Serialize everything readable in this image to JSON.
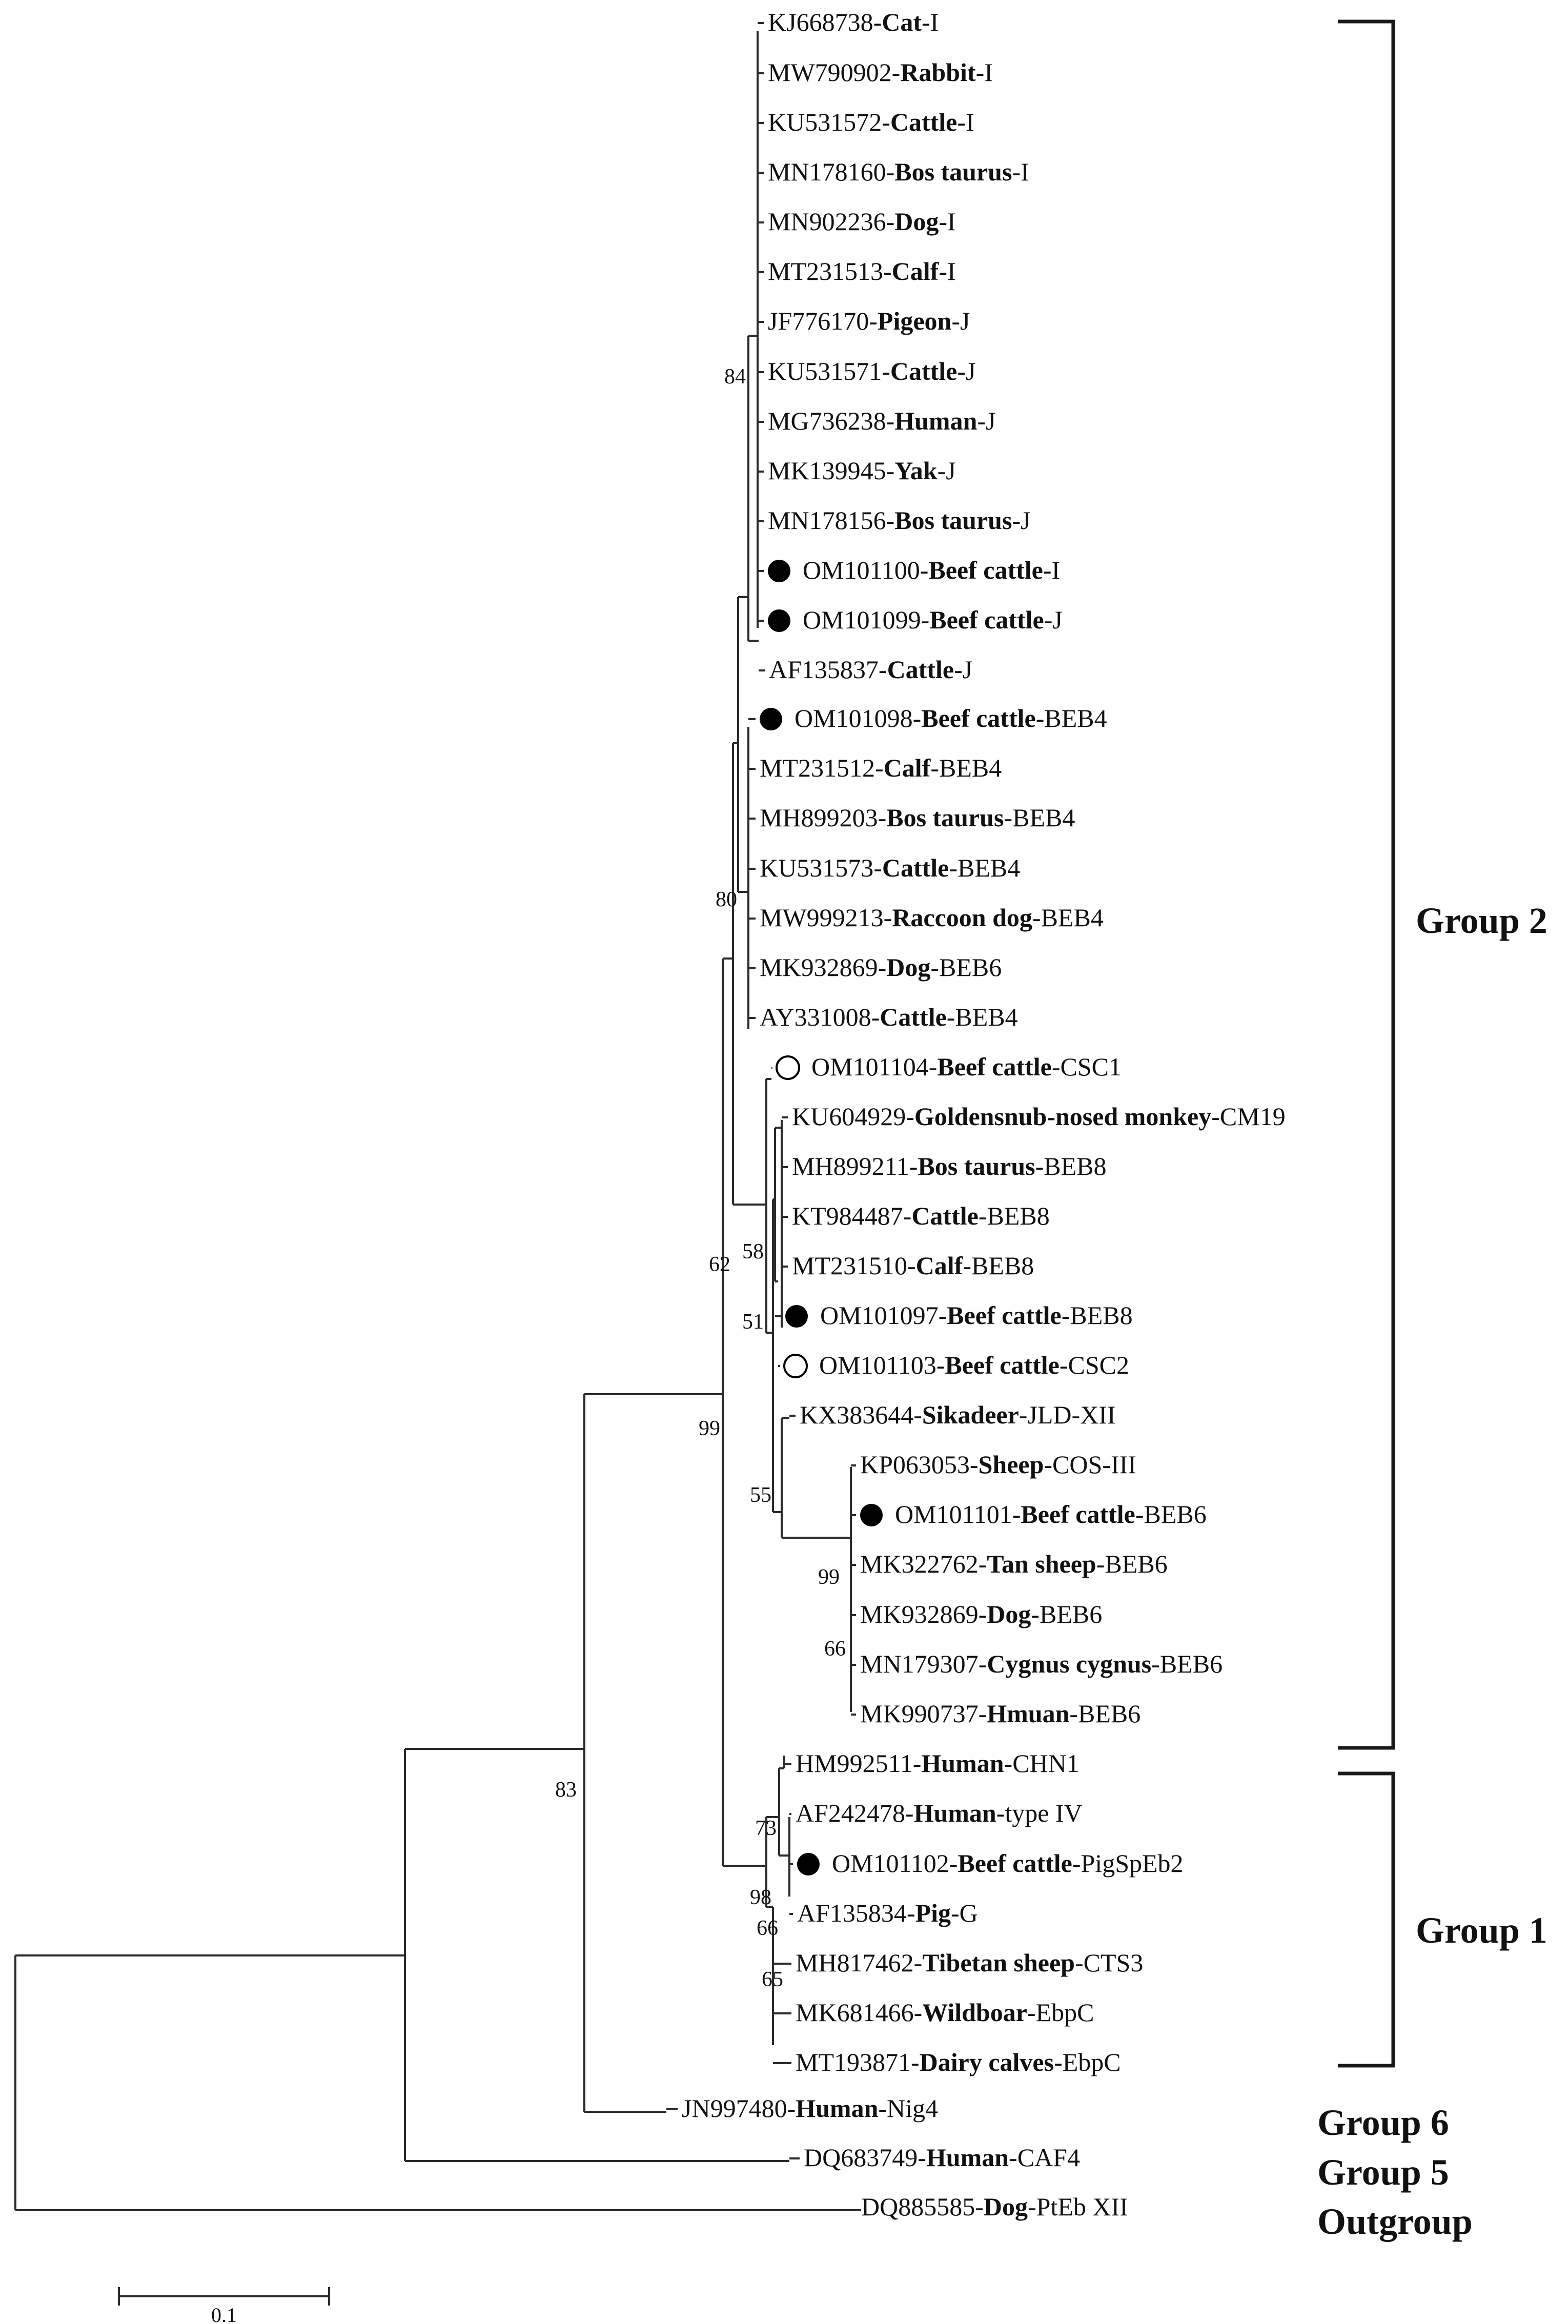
{
  "tree": {
    "bootstrap": [
      {
        "id": "b84",
        "value": "84"
      },
      {
        "id": "b80",
        "value": "80"
      },
      {
        "id": "b62",
        "value": "62"
      },
      {
        "id": "b58",
        "value": "58"
      },
      {
        "id": "b51",
        "value": "51"
      },
      {
        "id": "b99a",
        "value": "99"
      },
      {
        "id": "b55",
        "value": "55"
      },
      {
        "id": "b99b",
        "value": "99"
      },
      {
        "id": "b66a",
        "value": "66"
      },
      {
        "id": "b83",
        "value": "83"
      },
      {
        "id": "b73",
        "value": "73"
      },
      {
        "id": "b98",
        "value": "98"
      },
      {
        "id": "b66b",
        "value": "66"
      },
      {
        "id": "b65",
        "value": "65"
      }
    ],
    "leaves": [
      {
        "accession": "KJ668738-",
        "host": "Cat",
        "genotype": "-I",
        "marker": "none"
      },
      {
        "accession": "MW790902-",
        "host": "Rabbit",
        "genotype": "-I",
        "marker": "none"
      },
      {
        "accession": "KU531572-",
        "host": "Cattle",
        "genotype": "-I",
        "marker": "none"
      },
      {
        "accession": "MN178160-",
        "host": "Bos taurus",
        "genotype": "-I",
        "marker": "none"
      },
      {
        "accession": "MN902236-",
        "host": "Dog",
        "genotype": "-I",
        "marker": "none"
      },
      {
        "accession": "MT231513-",
        "host": "Calf",
        "genotype": "-I",
        "marker": "none"
      },
      {
        "accession": "JF776170-",
        "host": "Pigeon",
        "genotype": "-J",
        "marker": "none"
      },
      {
        "accession": "KU531571-",
        "host": "Cattle",
        "genotype": "-J",
        "marker": "none"
      },
      {
        "accession": "MG736238-",
        "host": "Human",
        "genotype": "-J",
        "marker": "none"
      },
      {
        "accession": "MK139945-",
        "host": "Yak",
        "genotype": "-J",
        "marker": "none"
      },
      {
        "accession": "MN178156-",
        "host": "Bos taurus",
        "genotype": "-J",
        "marker": "none"
      },
      {
        "accession": "OM101100-",
        "host": "Beef cattle",
        "genotype": "-I",
        "marker": "filled"
      },
      {
        "accession": "OM101099-",
        "host": "Beef cattle",
        "genotype": "-J",
        "marker": "filled"
      },
      {
        "accession": "AF135837-",
        "host": "Cattle",
        "genotype": "-J",
        "marker": "none"
      },
      {
        "accession": "OM101098-",
        "host": "Beef cattle",
        "genotype": "-BEB4",
        "marker": "filled"
      },
      {
        "accession": "MT231512-",
        "host": "Calf",
        "genotype": "-BEB4",
        "marker": "none"
      },
      {
        "accession": "MH899203-",
        "host": "Bos taurus",
        "genotype": "-BEB4",
        "marker": "none"
      },
      {
        "accession": "KU531573-",
        "host": "Cattle",
        "genotype": "-BEB4",
        "marker": "none"
      },
      {
        "accession": "MW999213-",
        "host": "Raccoon dog",
        "genotype": "-BEB4",
        "marker": "none"
      },
      {
        "accession": "MK932869-",
        "host": "Dog",
        "genotype": "-BEB6",
        "marker": "none"
      },
      {
        "accession": "AY331008-",
        "host": "Cattle",
        "genotype": "-BEB4",
        "marker": "none"
      },
      {
        "accession": "OM101104-",
        "host": "Beef cattle",
        "genotype": "-CSC1",
        "marker": "open"
      },
      {
        "accession": "KU604929-",
        "host": "Goldensnub-nosed monkey",
        "genotype": "-CM19",
        "marker": "none"
      },
      {
        "accession": "MH899211-",
        "host": "Bos taurus",
        "genotype": "-BEB8",
        "marker": "none"
      },
      {
        "accession": "KT984487-",
        "host": "Cattle",
        "genotype": "-BEB8",
        "marker": "none"
      },
      {
        "accession": "MT231510-",
        "host": "Calf",
        "genotype": "-BEB8",
        "marker": "none"
      },
      {
        "accession": "OM101097-",
        "host": "Beef cattle",
        "genotype": "-BEB8",
        "marker": "filled"
      },
      {
        "accession": "OM101103-",
        "host": "Beef cattle",
        "genotype": "-CSC2",
        "marker": "open"
      },
      {
        "accession": "KX383644-",
        "host": "Sikadeer",
        "genotype": "-JLD-XII",
        "marker": "none"
      },
      {
        "accession": "KP063053-",
        "host": "Sheep",
        "genotype": "-COS-III",
        "marker": "none"
      },
      {
        "accession": "OM101101-",
        "host": "Beef cattle",
        "genotype": "-BEB6",
        "marker": "filled"
      },
      {
        "accession": "MK322762-",
        "host": "Tan sheep",
        "genotype": "-BEB6",
        "marker": "none"
      },
      {
        "accession": "MK932869-",
        "host": "Dog",
        "genotype": "-BEB6",
        "marker": "none"
      },
      {
        "accession": "MN179307-",
        "host": "Cygnus cygnus",
        "genotype": "-BEB6",
        "marker": "none"
      },
      {
        "accession": "MK990737-",
        "host": "Hmuan",
        "genotype": "-BEB6",
        "marker": "none"
      },
      {
        "accession": "HM992511-",
        "host": "Human",
        "genotype": "-CHN1",
        "marker": "none"
      },
      {
        "accession": "AF242478-",
        "host": "Human",
        "genotype": "-type IV",
        "marker": "none"
      },
      {
        "accession": "OM101102-",
        "host": "Beef cattle",
        "genotype": "-PigSpEb2",
        "marker": "filled"
      },
      {
        "accession": "AF135834-",
        "host": "Pig",
        "genotype": "-G",
        "marker": "none"
      },
      {
        "accession": "MH817462-",
        "host": "Tibetan sheep",
        "genotype": "-CTS3",
        "marker": "none"
      },
      {
        "accession": "MK681466-",
        "host": "Wildboar",
        "genotype": "-EbpC",
        "marker": "none"
      },
      {
        "accession": "MT193871-",
        "host": "Dairy calves",
        "genotype": "-EbpC",
        "marker": "none"
      },
      {
        "accession": "JN997480-",
        "host": "Human",
        "genotype": "-Nig4",
        "marker": "none"
      },
      {
        "accession": "DQ683749-",
        "host": "Human",
        "genotype": "-CAF4",
        "marker": "none"
      },
      {
        "accession": "DQ885585-",
        "host": "Dog",
        "genotype": "-PtEb XII",
        "marker": "none"
      }
    ]
  },
  "groups": {
    "group2": "Group 2",
    "group1": "Group 1",
    "group6": "Group 6",
    "group5": "Group 5",
    "outgroup": "Outgroup"
  },
  "scale_bar": {
    "label": "0.1",
    "value": 0.1
  }
}
